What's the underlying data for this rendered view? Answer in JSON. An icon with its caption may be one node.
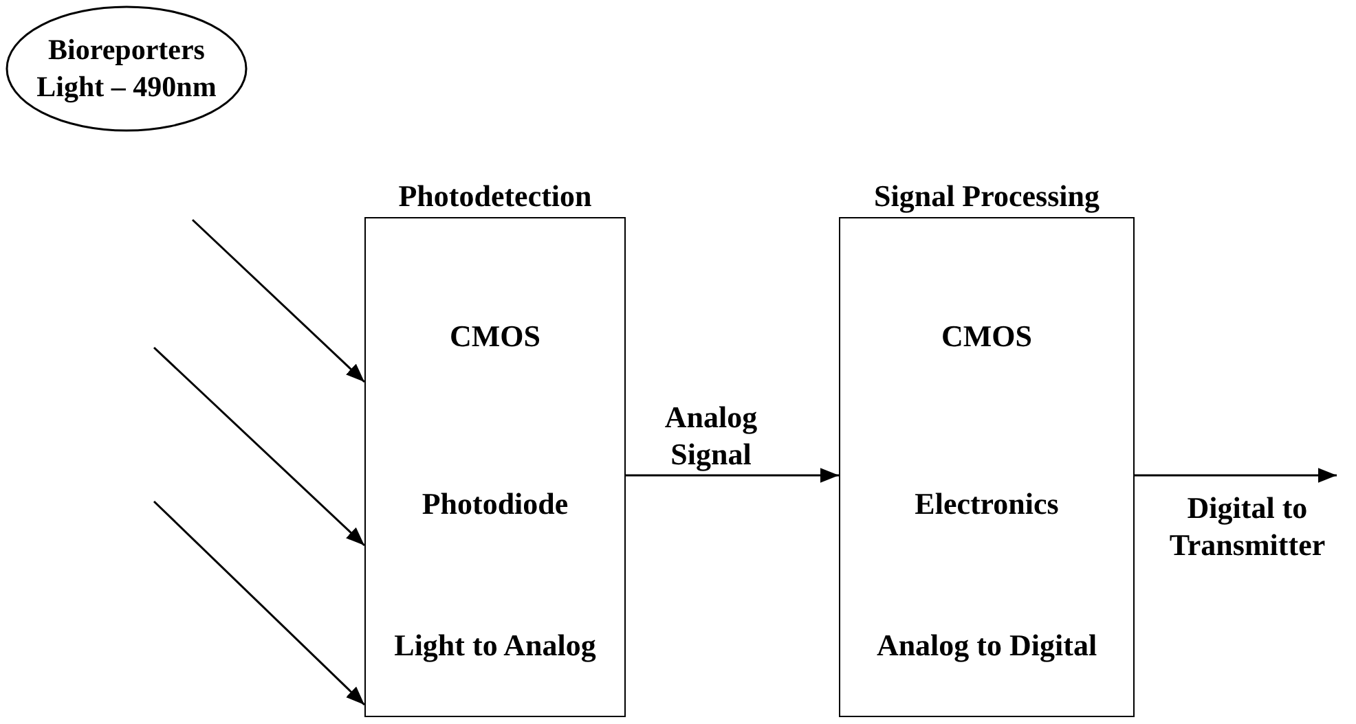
{
  "diagram": {
    "nodes": [
      {
        "text": [
          "Bioreporters Light – 490nm"
        ]
      },
      {
        "text": [
          "Photodetection",
          "CMOS",
          "Photodiode",
          "Light to Analog"
        ]
      },
      {
        "text": [
          "Signal Processing",
          "CMOS",
          "Electronics",
          "Analog to Digital"
        ]
      }
    ],
    "edges": [
      {
        "from": null,
        "to": 1,
        "arrow": "to"
      },
      {
        "from": null,
        "to": 1,
        "arrow": "to"
      },
      {
        "from": null,
        "to": 1,
        "arrow": "to"
      },
      {
        "from": 1,
        "to": 2,
        "label": "Analog Signal",
        "arrow": "to"
      },
      {
        "from": 2,
        "to": null,
        "label": "Digital to Transmitter",
        "arrow": "to"
      }
    ]
  }
}
